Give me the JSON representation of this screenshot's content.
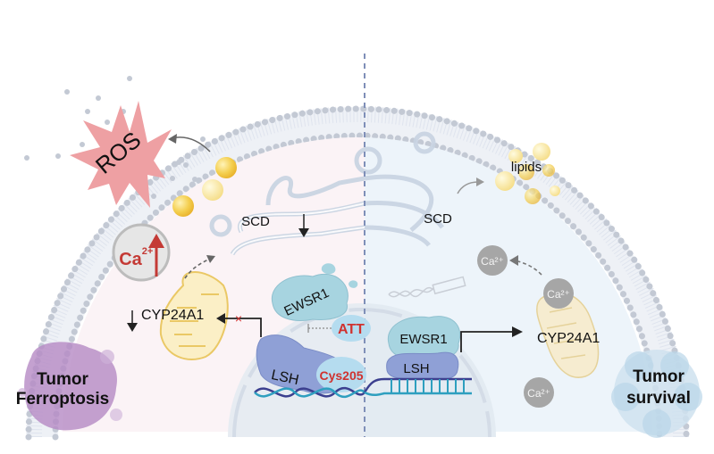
{
  "left_panel": {
    "condition": "Tumor Ferroptosis",
    "condition_line1": "Tumor",
    "condition_line2": "Ferroptosis",
    "ros_label": "ROS",
    "calcium_label": "Ca",
    "calcium_superscript": "2+",
    "calcium_trend": "up",
    "scd_label": "SCD",
    "scd_trend": "down",
    "cyp_label": "CYP24A1",
    "cyp_trend": "down",
    "ewsr1_label": "EWSR1",
    "lsh_label": "LSH",
    "att_label": "ATT",
    "cys_label": "Cys205",
    "inhibition_mark": "×"
  },
  "right_panel": {
    "condition_line1": "Tumor",
    "condition_line2": "survival",
    "lipids_label": "lipids",
    "scd_label": "SCD",
    "cyp_label": "CYP24A1",
    "ewsr1_label": "EWSR1",
    "lsh_label": "LSH",
    "calcium_ions": [
      "Ca²⁺",
      "Ca²⁺",
      "Ca²⁺"
    ]
  },
  "colors": {
    "membrane_head": "#c3c9d4",
    "left_bg": "#fbf3f6",
    "right_bg": "#edf4fa",
    "nucleus": "#e6ebf1",
    "ros": "#eea0a3",
    "highlight_red": "#d0322f",
    "ewsr1": "#a7d4e0",
    "lsh": "#8fa0d6",
    "dna_dark": "#3b3f8f",
    "dna_teal": "#2e9fbf",
    "lipid": "#f4cf4f",
    "ferroptosis": "#b58ac4",
    "survival": "#b9d6e8"
  }
}
